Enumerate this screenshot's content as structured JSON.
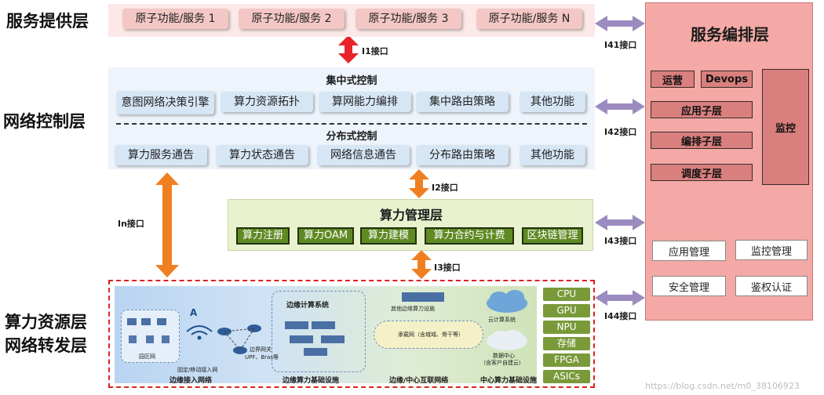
{
  "layers": {
    "service_provision": "服务提供层",
    "network_control": "网络控制层",
    "resource_layer": "算力资源层",
    "forwarding_layer": "网络转发层"
  },
  "service_items": [
    "原子功能/服务 1",
    "原子功能/服务 2",
    "原子功能/服务 3",
    "原子功能/服务 N"
  ],
  "interfaces": {
    "i1": "I1接口",
    "i2": "I2接口",
    "i3": "I3接口",
    "in": "In接口",
    "i41": "I41接口",
    "i42": "I42接口",
    "i43": "I43接口",
    "i44": "I44接口"
  },
  "centralized": {
    "title": "集中式控制",
    "items": [
      "意图网络决策引擎",
      "算力资源拓扑",
      "算网能力编排",
      "集中路由策略",
      "其他功能"
    ]
  },
  "distributed": {
    "title": "分布式控制",
    "items": [
      "算力服务通告",
      "算力状态通告",
      "网络信息通告",
      "分布路由策略",
      "其他功能"
    ]
  },
  "compute_mgmt": {
    "title": "算力管理层",
    "items": [
      "算力注册",
      "算力OAM",
      "算力建模",
      "算力合约与计费",
      "区块链管理"
    ]
  },
  "orchestration": {
    "title": "服务编排层",
    "top_items": [
      "运营",
      "Devops"
    ],
    "sub_layers": [
      "应用子层",
      "编排子层",
      "调度子层"
    ],
    "monitor": "监控",
    "management": [
      "应用管理",
      "监控管理",
      "安全管理",
      "鉴权认证"
    ]
  },
  "resources": {
    "edge_compute_system": "边缘计算系统",
    "campus_net": "园区网",
    "fixed_mobile_access": "固定/移动接入网",
    "edge_gateway": "边界网关",
    "upf_bras": "UPF、Bras等",
    "other_edge_facilities": "其他边缘算力设施",
    "bearer_net": "承载网（含城域、骨干等）",
    "cloud_system": "云计算系统",
    "data_center": "数据中心",
    "data_center_sub": "（含客户自建云）",
    "bottom_labels": [
      "边缘接入网络",
      "边缘算力基础设施",
      "边缘/中心互联网络",
      "中心算力基础设施"
    ],
    "hardware": [
      "CPU",
      "GPU",
      "NPU",
      "存储",
      "FPGA",
      "ASICs"
    ]
  },
  "watermark": "https://blog.csdn.net/m0_38106923",
  "colors": {
    "pink_box": "#f2c7c4",
    "blue_box": "#d6e6f5",
    "green_box": "#5f8a23",
    "orchestration_bg": "#f4a9a6",
    "orange_arrow": "#f07f22",
    "red_arrow": "#e8232a",
    "purple_arrow": "#9b8bbf"
  }
}
